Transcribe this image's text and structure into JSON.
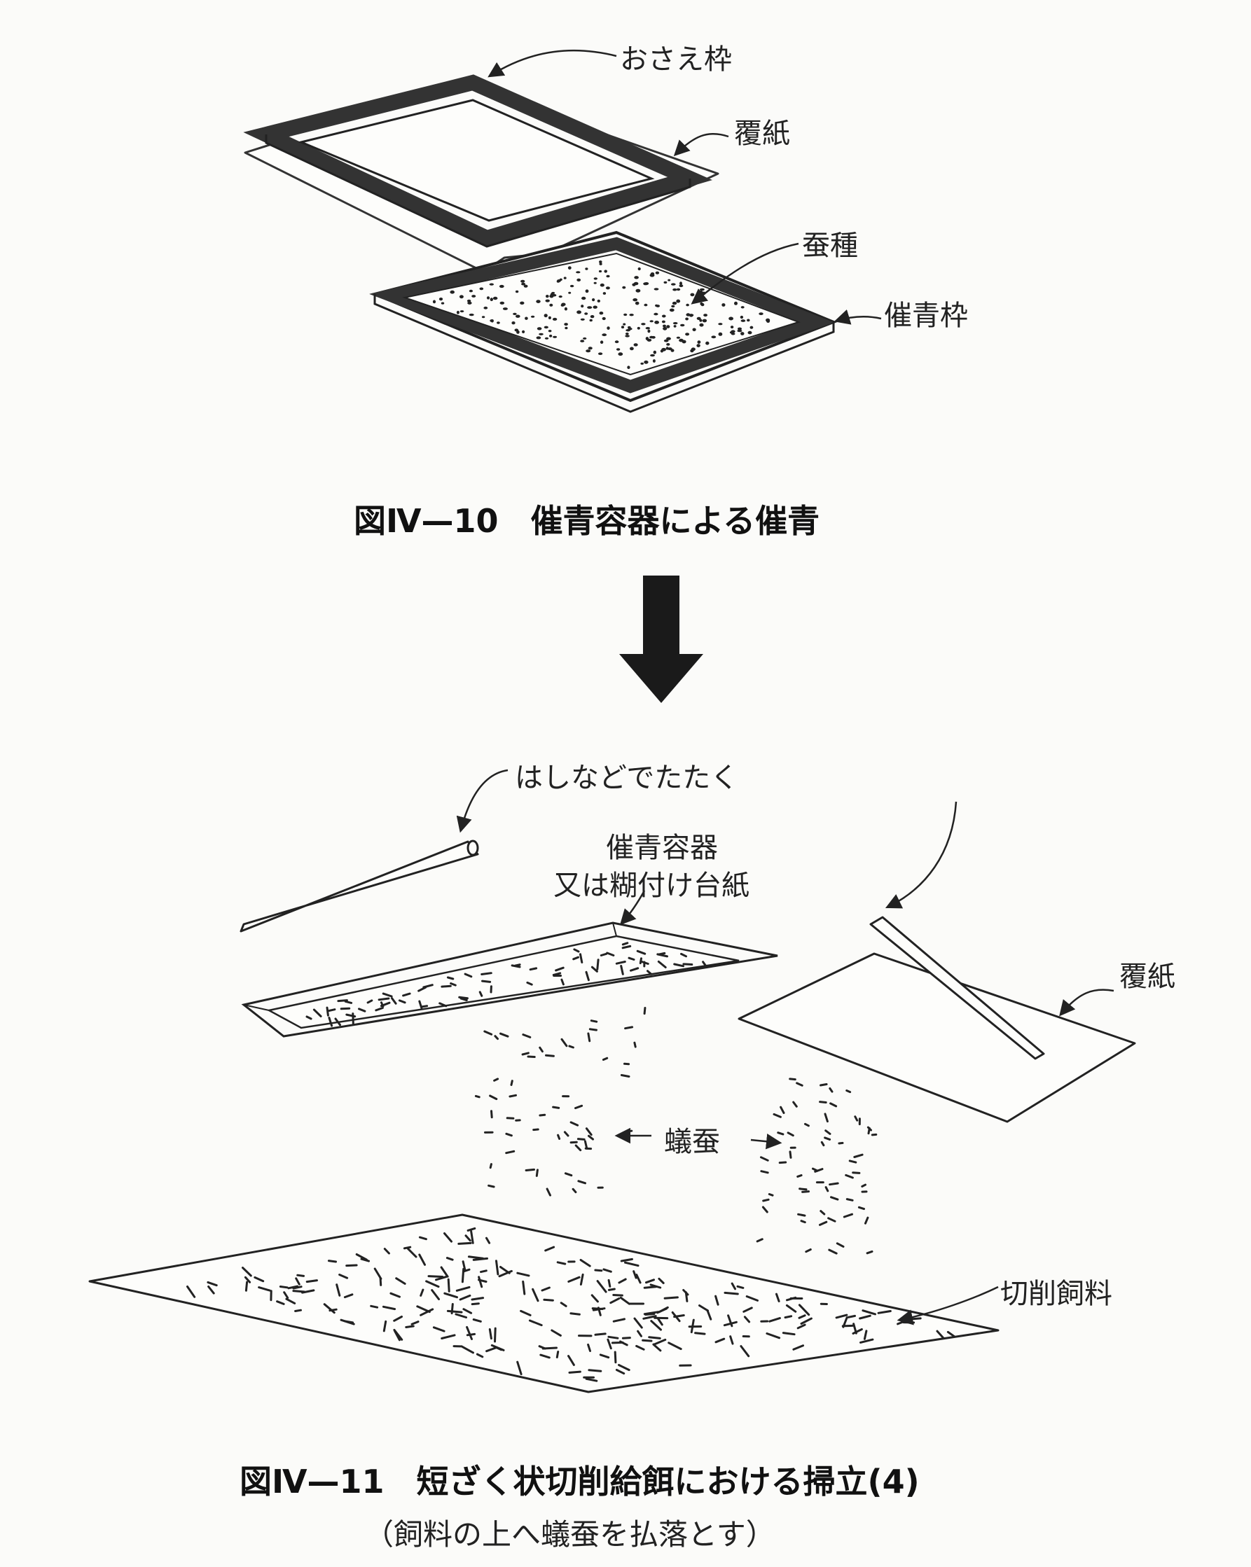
{
  "figure10": {
    "labels": {
      "presser_frame": "おさえ枠",
      "cover_paper": "覆紙",
      "silkworm_eggs": "蚕種",
      "incubation_frame": "催青枠"
    },
    "caption": "図Ⅳ—10　催青容器による催青"
  },
  "figure11": {
    "labels": {
      "tap_with_chopsticks": "はしなどでたたく",
      "container_line1": "催青容器",
      "container_line2": "又は糊付け台紙",
      "cover_paper": "覆紙",
      "newly_hatched": "蟻蚕",
      "cut_feed": "切削飼料"
    },
    "caption": "図Ⅳ—11　短ざく状切削給餌における掃立(4)",
    "subcaption": "（飼料の上へ蟻蚕を払落とす）"
  }
}
